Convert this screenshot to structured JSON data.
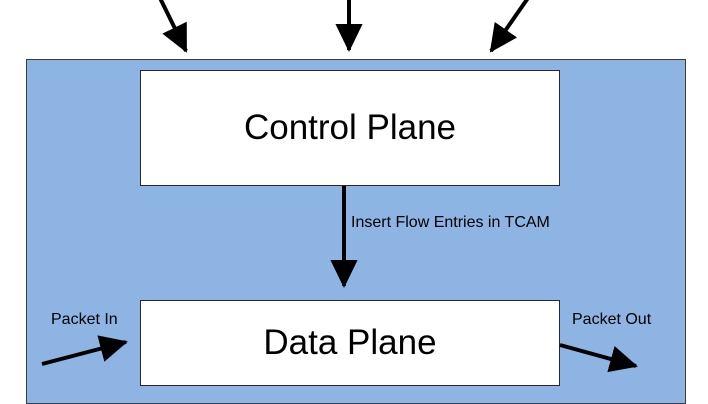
{
  "nodes": {
    "control_plane": "Control Plane",
    "data_plane": "Data Plane"
  },
  "edges": {
    "insert_flow": "Insert Flow Entries in TCAM",
    "packet_in": "Packet In",
    "packet_out": "Packet Out"
  },
  "colors": {
    "region_fill": "#8eb4e3",
    "box_fill": "#ffffff",
    "arrow": "#000000"
  }
}
